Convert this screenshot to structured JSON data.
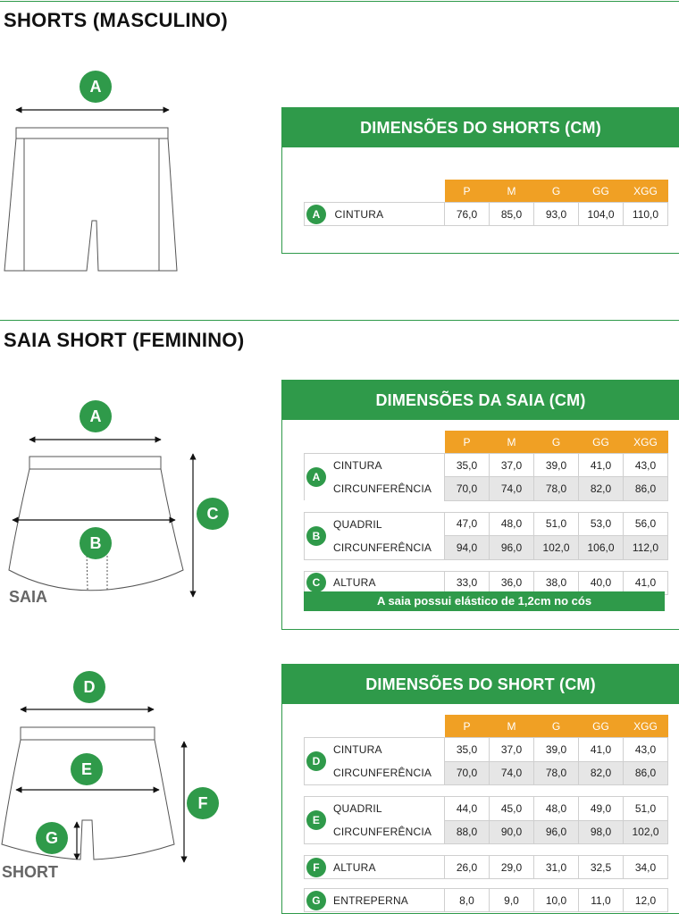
{
  "sections": {
    "men": {
      "title": "SHORTS (MASCULINO)"
    },
    "women": {
      "title": "SAIA SHORT (FEMININO)"
    }
  },
  "sizes": [
    "P",
    "M",
    "G",
    "GG",
    "XGG"
  ],
  "men_table": {
    "title": "DIMENSÕES DO SHORTS (CM)",
    "rows": [
      {
        "badge": "A",
        "label": "CINTURA",
        "values": [
          "76,0",
          "85,0",
          "93,0",
          "104,0",
          "110,0"
        ]
      }
    ]
  },
  "skirt_table": {
    "title": "DIMENSÕES DA SAIA (CM)",
    "groups": [
      {
        "badge": "A",
        "rows": [
          {
            "label": "CINTURA",
            "values": [
              "35,0",
              "37,0",
              "39,0",
              "41,0",
              "43,0"
            ]
          },
          {
            "label": "CIRCUNFERÊNCIA",
            "values": [
              "70,0",
              "74,0",
              "78,0",
              "82,0",
              "86,0"
            ]
          }
        ]
      },
      {
        "badge": "B",
        "rows": [
          {
            "label": "QUADRIL",
            "values": [
              "47,0",
              "48,0",
              "51,0",
              "53,0",
              "56,0"
            ]
          },
          {
            "label": "CIRCUNFERÊNCIA",
            "values": [
              "94,0",
              "96,0",
              "102,0",
              "106,0",
              "112,0"
            ]
          }
        ]
      },
      {
        "badge": "C",
        "rows": [
          {
            "label": "ALTURA",
            "values": [
              "33,0",
              "36,0",
              "38,0",
              "40,0",
              "41,0"
            ]
          }
        ]
      }
    ],
    "note": "A saia possui elástico de 1,2cm no cós"
  },
  "short_table": {
    "title": "DIMENSÕES DO SHORT (CM)",
    "groups": [
      {
        "badge": "D",
        "rows": [
          {
            "label": "CINTURA",
            "values": [
              "35,0",
              "37,0",
              "39,0",
              "41,0",
              "43,0"
            ]
          },
          {
            "label": "CIRCUNFERÊNCIA",
            "values": [
              "70,0",
              "74,0",
              "78,0",
              "82,0",
              "86,0"
            ]
          }
        ]
      },
      {
        "badge": "E",
        "rows": [
          {
            "label": "QUADRIL",
            "values": [
              "44,0",
              "45,0",
              "48,0",
              "49,0",
              "51,0"
            ]
          },
          {
            "label": "CIRCUNFERÊNCIA",
            "values": [
              "88,0",
              "90,0",
              "96,0",
              "98,0",
              "102,0"
            ]
          }
        ]
      },
      {
        "badge": "F",
        "rows": [
          {
            "label": "ALTURA",
            "values": [
              "26,0",
              "29,0",
              "31,0",
              "32,5",
              "34,0"
            ]
          }
        ]
      },
      {
        "badge": "G",
        "rows": [
          {
            "label": "ENTREPERNA",
            "values": [
              "8,0",
              "9,0",
              "10,0",
              "11,0",
              "12,0"
            ]
          }
        ]
      }
    ]
  },
  "illustrations": {
    "men_badge": "A",
    "skirt_badges": [
      "A",
      "B",
      "C"
    ],
    "skirt_label": "SAIA",
    "short_badges": [
      "D",
      "E",
      "F",
      "G"
    ],
    "short_label": "SHORT"
  }
}
